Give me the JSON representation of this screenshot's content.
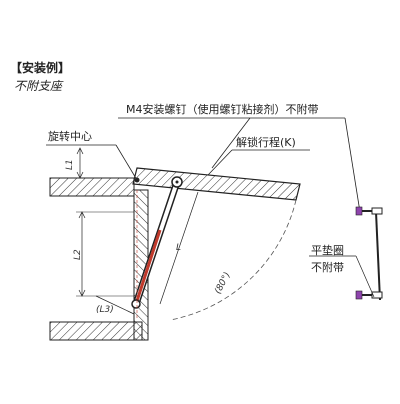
{
  "example": {
    "title": "【安装例】",
    "subtitle": "不附支座"
  },
  "labels": {
    "screw_note": "M4安装螺钉（使用螺钉粘接剂）不附带",
    "rotation_center": "旋转中心",
    "unlock_stroke": "解锁行程(K)",
    "washer_line1": "平垫圈",
    "washer_line2": "不附带"
  },
  "dimensions": {
    "l1": "L1",
    "l2": "L2",
    "l3": "(L3)",
    "l": "L",
    "angle": "(80°)"
  },
  "colors": {
    "line": "#222222",
    "hatch": "#333333",
    "accent": "#c0392b",
    "screw_head": "#8e44ad"
  }
}
